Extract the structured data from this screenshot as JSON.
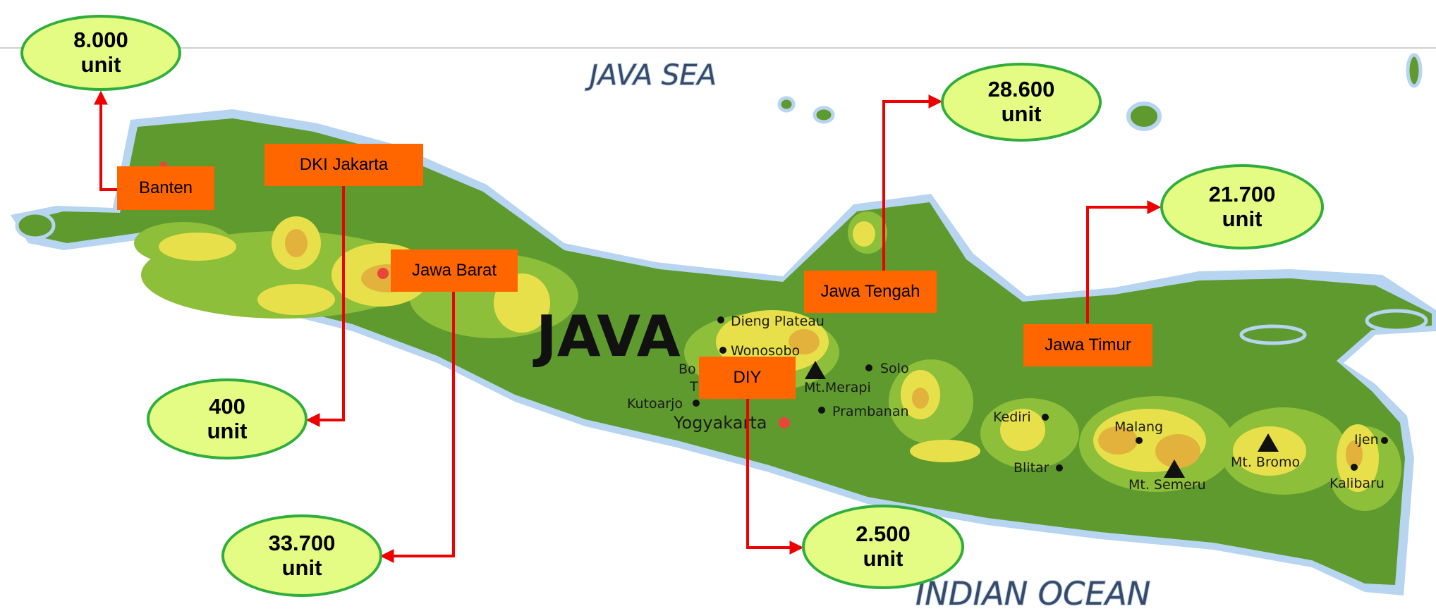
{
  "seas": {
    "north": "JAVA SEA",
    "south": "INDIAN OCEAN"
  },
  "island_name": "JAVA",
  "places": {
    "dieng": "Dieng Plateau",
    "wonosobo": "Wonosobo",
    "bo": "Bo",
    "t": "T",
    "kutoarjo": "Kutoarjo",
    "yogyakarta": "Yogyakarta",
    "merapi": "Mt.Merapi",
    "solo": "Solo",
    "prambanan": "Prambanan",
    "kediri": "Kediri",
    "blitar": "Blitar",
    "malang": "Malang",
    "semeru": "Mt. Semeru",
    "bromo": "Mt. Bromo",
    "ijen": "Ijen",
    "kalibaru": "Kalibaru"
  },
  "provinces": [
    {
      "id": "banten",
      "name": "Banten",
      "units": "8.000",
      "unit_label": "unit"
    },
    {
      "id": "dki",
      "name": "DKI Jakarta",
      "units": "400",
      "unit_label": "unit"
    },
    {
      "id": "jabar",
      "name": "Jawa Barat",
      "units": "33.700",
      "unit_label": "unit"
    },
    {
      "id": "jateng",
      "name": "Jawa Tengah",
      "units": "28.600",
      "unit_label": "unit"
    },
    {
      "id": "diy",
      "name": "DIY",
      "units": "2.500",
      "unit_label": "unit"
    },
    {
      "id": "jatim",
      "name": "Jawa Timur",
      "units": "21.700",
      "unit_label": "unit"
    }
  ],
  "colors": {
    "province_box": "#ff6600",
    "ellipse_fill": "#e4fb84",
    "ellipse_border": "#2fae3d",
    "connector": "#ee0000",
    "land_low": "#5e9a2e",
    "land_mid": "#8dbf3a",
    "land_high": "#e8e04a",
    "land_peak": "#e3b23c",
    "sea_edge": "#b7d4f0"
  }
}
